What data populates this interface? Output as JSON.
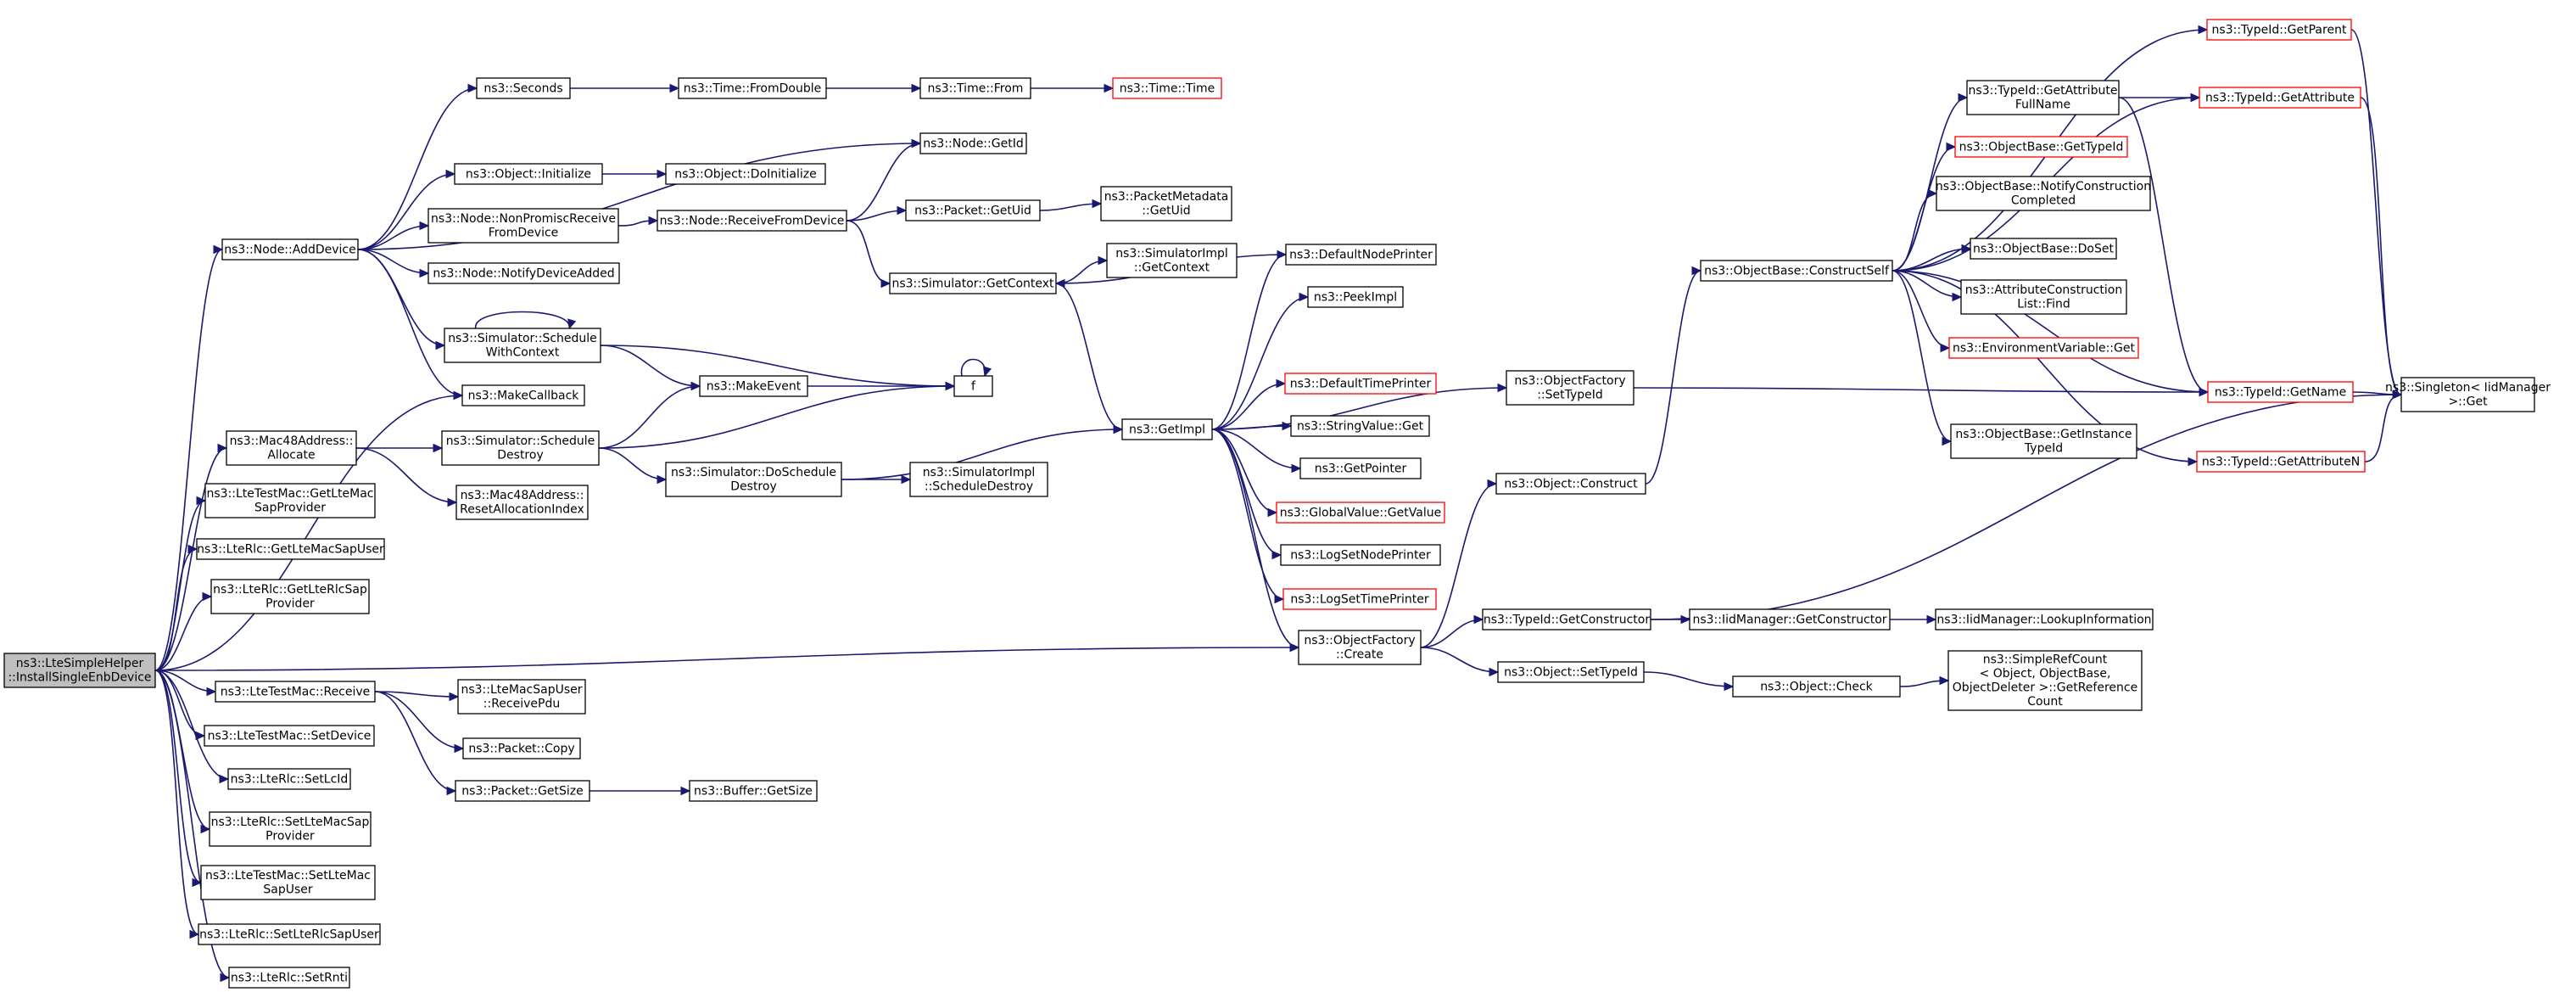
{
  "colors": {
    "edge": "#191970",
    "node_border": "#000000",
    "truncated_border": "#ff0000",
    "root_fill": "#bfbfbf",
    "node_fill": "#ffffff"
  },
  "nodes": [
    {
      "id": "root",
      "lines": [
        "ns3::LteSimpleHelper",
        "::InstallSingleEnbDevice"
      ],
      "kind": "root"
    },
    {
      "id": "addDevice",
      "lines": [
        "ns3::Node::AddDevice"
      ],
      "kind": "normal"
    },
    {
      "id": "seconds",
      "lines": [
        "ns3::Seconds"
      ],
      "kind": "normal"
    },
    {
      "id": "fromDouble",
      "lines": [
        "ns3::Time::FromDouble"
      ],
      "kind": "normal"
    },
    {
      "id": "timeFrom",
      "lines": [
        "ns3::Time::From"
      ],
      "kind": "normal"
    },
    {
      "id": "timeTime",
      "lines": [
        "ns3::Time::Time"
      ],
      "kind": "truncated"
    },
    {
      "id": "nodeGetId",
      "lines": [
        "ns3::Node::GetId"
      ],
      "kind": "normal"
    },
    {
      "id": "objInit",
      "lines": [
        "ns3::Object::Initialize"
      ],
      "kind": "normal"
    },
    {
      "id": "objDoInit",
      "lines": [
        "ns3::Object::DoInitialize"
      ],
      "kind": "normal"
    },
    {
      "id": "nonPromisc",
      "lines": [
        "ns3::Node::NonPromiscReceive",
        "FromDevice"
      ],
      "kind": "normal"
    },
    {
      "id": "recvFromDev",
      "lines": [
        "ns3::Node::ReceiveFromDevice"
      ],
      "kind": "normal"
    },
    {
      "id": "pktGetUid",
      "lines": [
        "ns3::Packet::GetUid"
      ],
      "kind": "normal"
    },
    {
      "id": "pktMetaGetUid",
      "lines": [
        "ns3::PacketMetadata",
        "::GetUid"
      ],
      "kind": "normal"
    },
    {
      "id": "notifyDevAdded",
      "lines": [
        "ns3::Node::NotifyDeviceAdded"
      ],
      "kind": "normal"
    },
    {
      "id": "simGetContext",
      "lines": [
        "ns3::Simulator::GetContext"
      ],
      "kind": "normal"
    },
    {
      "id": "simImplGetContext",
      "lines": [
        "ns3::SimulatorImpl",
        "::GetContext"
      ],
      "kind": "normal"
    },
    {
      "id": "schedWithCtx",
      "lines": [
        "ns3::Simulator::Schedule",
        "WithContext"
      ],
      "kind": "normal"
    },
    {
      "id": "makeCallback",
      "lines": [
        "ns3::MakeCallback"
      ],
      "kind": "normal"
    },
    {
      "id": "makeEvent",
      "lines": [
        "ns3::MakeEvent"
      ],
      "kind": "normal"
    },
    {
      "id": "f",
      "lines": [
        "f"
      ],
      "kind": "normal"
    },
    {
      "id": "macAllocate",
      "lines": [
        "ns3::Mac48Address::",
        "Allocate"
      ],
      "kind": "normal"
    },
    {
      "id": "schedDestroy",
      "lines": [
        "ns3::Simulator::Schedule",
        "Destroy"
      ],
      "kind": "normal"
    },
    {
      "id": "resetAlloc",
      "lines": [
        "ns3::Mac48Address::",
        "ResetAllocationIndex"
      ],
      "kind": "normal"
    },
    {
      "id": "doSchedDestroy",
      "lines": [
        "ns3::Simulator::DoSchedule",
        "Destroy"
      ],
      "kind": "normal"
    },
    {
      "id": "simImplSchedDestroy",
      "lines": [
        "ns3::SimulatorImpl",
        "::ScheduleDestroy"
      ],
      "kind": "normal"
    },
    {
      "id": "getImpl",
      "lines": [
        "ns3::GetImpl"
      ],
      "kind": "normal"
    },
    {
      "id": "defNodePrinter",
      "lines": [
        "ns3::DefaultNodePrinter"
      ],
      "kind": "normal"
    },
    {
      "id": "peekImpl",
      "lines": [
        "ns3::PeekImpl"
      ],
      "kind": "normal"
    },
    {
      "id": "defTimePrinter",
      "lines": [
        "ns3::DefaultTimePrinter"
      ],
      "kind": "truncated"
    },
    {
      "id": "strValueGet",
      "lines": [
        "ns3::StringValue::Get"
      ],
      "kind": "normal"
    },
    {
      "id": "getPointer",
      "lines": [
        "ns3::GetPointer"
      ],
      "kind": "normal"
    },
    {
      "id": "globalValueGet",
      "lines": [
        "ns3::GlobalValue::GetValue"
      ],
      "kind": "truncated"
    },
    {
      "id": "logSetNode",
      "lines": [
        "ns3::LogSetNodePrinter"
      ],
      "kind": "normal"
    },
    {
      "id": "logSetTime",
      "lines": [
        "ns3::LogSetTimePrinter"
      ],
      "kind": "truncated"
    },
    {
      "id": "objFactCreate",
      "lines": [
        "ns3::ObjectFactory",
        "::Create"
      ],
      "kind": "normal"
    },
    {
      "id": "objFactSetTypeId",
      "lines": [
        "ns3::ObjectFactory",
        "::SetTypeId"
      ],
      "kind": "normal"
    },
    {
      "id": "objConstruct",
      "lines": [
        "ns3::Object::Construct"
      ],
      "kind": "normal"
    },
    {
      "id": "typeIdGetCtor",
      "lines": [
        "ns3::TypeId::GetConstructor"
      ],
      "kind": "normal"
    },
    {
      "id": "iidGetCtor",
      "lines": [
        "ns3::IidManager::GetConstructor"
      ],
      "kind": "normal"
    },
    {
      "id": "iidLookup",
      "lines": [
        "ns3::IidManager::LookupInformation"
      ],
      "kind": "normal"
    },
    {
      "id": "objSetTypeId",
      "lines": [
        "ns3::Object::SetTypeId"
      ],
      "kind": "normal"
    },
    {
      "id": "objCheck",
      "lines": [
        "ns3::Object::Check"
      ],
      "kind": "normal"
    },
    {
      "id": "simpleRef",
      "lines": [
        "ns3::SimpleRefCount",
        "< Object, ObjectBase,",
        "ObjectDeleter >::GetReference",
        "Count"
      ],
      "kind": "normal"
    },
    {
      "id": "constructSelf",
      "lines": [
        "ns3::ObjectBase::ConstructSelf"
      ],
      "kind": "normal"
    },
    {
      "id": "getAttrFullName",
      "lines": [
        "ns3::TypeId::GetAttribute",
        "FullName"
      ],
      "kind": "normal"
    },
    {
      "id": "getParent",
      "lines": [
        "ns3::TypeId::GetParent"
      ],
      "kind": "truncated"
    },
    {
      "id": "getAttribute",
      "lines": [
        "ns3::TypeId::GetAttribute"
      ],
      "kind": "truncated"
    },
    {
      "id": "objBaseGetTypeId",
      "lines": [
        "ns3::ObjectBase::GetTypeId"
      ],
      "kind": "truncated"
    },
    {
      "id": "notifyConstruction",
      "lines": [
        "ns3::ObjectBase::NotifyConstruction",
        "Completed"
      ],
      "kind": "normal"
    },
    {
      "id": "doSet",
      "lines": [
        "ns3::ObjectBase::DoSet"
      ],
      "kind": "normal"
    },
    {
      "id": "attrListFind",
      "lines": [
        "ns3::AttributeConstruction",
        "List::Find"
      ],
      "kind": "normal"
    },
    {
      "id": "envVarGet",
      "lines": [
        "ns3::EnvironmentVariable::Get"
      ],
      "kind": "truncated"
    },
    {
      "id": "typeIdGetName",
      "lines": [
        "ns3::TypeId::GetName"
      ],
      "kind": "truncated"
    },
    {
      "id": "getInstanceTypeId",
      "lines": [
        "ns3::ObjectBase::GetInstance",
        "TypeId"
      ],
      "kind": "normal"
    },
    {
      "id": "getAttributeN",
      "lines": [
        "ns3::TypeId::GetAttributeN"
      ],
      "kind": "truncated"
    },
    {
      "id": "singletonGet",
      "lines": [
        "ns3::Singleton< IidManager",
        ">::Get"
      ],
      "kind": "normal"
    },
    {
      "id": "getLteMacSapProv",
      "lines": [
        "ns3::LteTestMac::GetLteMac",
        "SapProvider"
      ],
      "kind": "normal"
    },
    {
      "id": "getLteMacSapUser",
      "lines": [
        "ns3::LteRlc::GetLteMacSapUser"
      ],
      "kind": "normal"
    },
    {
      "id": "getLteRlcSapProv",
      "lines": [
        "ns3::LteRlc::GetLteRlcSap",
        "Provider"
      ],
      "kind": "normal"
    },
    {
      "id": "testMacReceive",
      "lines": [
        "ns3::LteTestMac::Receive"
      ],
      "kind": "normal"
    },
    {
      "id": "receivePdu",
      "lines": [
        "ns3::LteMacSapUser",
        "::ReceivePdu"
      ],
      "kind": "normal"
    },
    {
      "id": "pktCopy",
      "lines": [
        "ns3::Packet::Copy"
      ],
      "kind": "normal"
    },
    {
      "id": "pktGetSize",
      "lines": [
        "ns3::Packet::GetSize"
      ],
      "kind": "normal"
    },
    {
      "id": "bufGetSize",
      "lines": [
        "ns3::Buffer::GetSize"
      ],
      "kind": "normal"
    },
    {
      "id": "setDevice",
      "lines": [
        "ns3::LteTestMac::SetDevice"
      ],
      "kind": "normal"
    },
    {
      "id": "setLcId",
      "lines": [
        "ns3::LteRlc::SetLcId"
      ],
      "kind": "normal"
    },
    {
      "id": "setLteMacSapProv",
      "lines": [
        "ns3::LteRlc::SetLteMacSap",
        "Provider"
      ],
      "kind": "normal"
    },
    {
      "id": "setLteMacSapUser",
      "lines": [
        "ns3::LteTestMac::SetLteMac",
        "SapUser"
      ],
      "kind": "normal"
    },
    {
      "id": "setLteRlcSapUser",
      "lines": [
        "ns3::LteRlc::SetLteRlcSapUser"
      ],
      "kind": "normal"
    },
    {
      "id": "setRnti",
      "lines": [
        "ns3::LteRlc::SetRnti"
      ],
      "kind": "normal"
    }
  ],
  "edges": [
    [
      "root",
      "addDevice"
    ],
    [
      "root",
      "makeCallback"
    ],
    [
      "root",
      "macAllocate"
    ],
    [
      "root",
      "getLteMacSapProv"
    ],
    [
      "root",
      "getLteMacSapUser"
    ],
    [
      "root",
      "getLteRlcSapProv"
    ],
    [
      "root",
      "objFactCreate"
    ],
    [
      "root",
      "testMacReceive"
    ],
    [
      "root",
      "setDevice"
    ],
    [
      "root",
      "setLcId"
    ],
    [
      "root",
      "setLteMacSapProv"
    ],
    [
      "root",
      "setLteMacSapUser"
    ],
    [
      "root",
      "setLteRlcSapUser"
    ],
    [
      "root",
      "setRnti"
    ],
    [
      "addDevice",
      "seconds"
    ],
    [
      "addDevice",
      "nodeGetId"
    ],
    [
      "addDevice",
      "objInit"
    ],
    [
      "addDevice",
      "nonPromisc"
    ],
    [
      "addDevice",
      "notifyDevAdded"
    ],
    [
      "addDevice",
      "schedWithCtx"
    ],
    [
      "addDevice",
      "makeCallback"
    ],
    [
      "seconds",
      "fromDouble"
    ],
    [
      "fromDouble",
      "timeFrom"
    ],
    [
      "timeFrom",
      "timeTime"
    ],
    [
      "objInit",
      "objDoInit"
    ],
    [
      "nonPromisc",
      "recvFromDev"
    ],
    [
      "recvFromDev",
      "nodeGetId"
    ],
    [
      "recvFromDev",
      "pktGetUid"
    ],
    [
      "recvFromDev",
      "simGetContext"
    ],
    [
      "pktGetUid",
      "pktMetaGetUid"
    ],
    [
      "simGetContext",
      "simImplGetContext"
    ],
    [
      "simGetContext",
      "getImpl"
    ],
    [
      "schedWithCtx",
      "schedWithCtx"
    ],
    [
      "schedWithCtx",
      "makeEvent"
    ],
    [
      "schedWithCtx",
      "f"
    ],
    [
      "makeEvent",
      "f"
    ],
    [
      "f",
      "f"
    ],
    [
      "macAllocate",
      "schedDestroy"
    ],
    [
      "macAllocate",
      "resetAlloc"
    ],
    [
      "schedDestroy",
      "makeEvent"
    ],
    [
      "schedDestroy",
      "f"
    ],
    [
      "schedDestroy",
      "doSchedDestroy"
    ],
    [
      "doSchedDestroy",
      "getImpl"
    ],
    [
      "doSchedDestroy",
      "simImplSchedDestroy"
    ],
    [
      "getImpl",
      "defNodePrinter"
    ],
    [
      "getImpl",
      "peekImpl"
    ],
    [
      "getImpl",
      "objFactSetTypeId"
    ],
    [
      "getImpl",
      "defTimePrinter"
    ],
    [
      "getImpl",
      "strValueGet"
    ],
    [
      "getImpl",
      "getPointer"
    ],
    [
      "getImpl",
      "globalValueGet"
    ],
    [
      "getImpl",
      "logSetNode"
    ],
    [
      "getImpl",
      "logSetTime"
    ],
    [
      "getImpl",
      "objFactCreate"
    ],
    [
      "defNodePrinter",
      "simGetContext"
    ],
    [
      "objFactSetTypeId",
      "typeIdGetName"
    ],
    [
      "objFactCreate",
      "objConstruct"
    ],
    [
      "objFactCreate",
      "typeIdGetCtor"
    ],
    [
      "objFactCreate",
      "objSetTypeId"
    ],
    [
      "objConstruct",
      "constructSelf"
    ],
    [
      "typeIdGetCtor",
      "iidGetCtor"
    ],
    [
      "typeIdGetCtor",
      "singletonGet"
    ],
    [
      "iidGetCtor",
      "iidLookup"
    ],
    [
      "objSetTypeId",
      "objCheck"
    ],
    [
      "objCheck",
      "simpleRef"
    ],
    [
      "constructSelf",
      "getParent"
    ],
    [
      "constructSelf",
      "getAttrFullName"
    ],
    [
      "constructSelf",
      "getAttribute"
    ],
    [
      "constructSelf",
      "objBaseGetTypeId"
    ],
    [
      "constructSelf",
      "notifyConstruction"
    ],
    [
      "constructSelf",
      "doSet"
    ],
    [
      "constructSelf",
      "attrListFind"
    ],
    [
      "constructSelf",
      "envVarGet"
    ],
    [
      "constructSelf",
      "typeIdGetName"
    ],
    [
      "constructSelf",
      "getInstanceTypeId"
    ],
    [
      "constructSelf",
      "getAttributeN"
    ],
    [
      "getAttrFullName",
      "getAttribute"
    ],
    [
      "getAttrFullName",
      "typeIdGetName"
    ],
    [
      "getParent",
      "singletonGet"
    ],
    [
      "getAttribute",
      "singletonGet"
    ],
    [
      "typeIdGetName",
      "singletonGet"
    ],
    [
      "getAttributeN",
      "singletonGet"
    ],
    [
      "testMacReceive",
      "receivePdu"
    ],
    [
      "testMacReceive",
      "pktCopy"
    ],
    [
      "testMacReceive",
      "pktGetSize"
    ],
    [
      "pktGetSize",
      "bufGetSize"
    ]
  ]
}
